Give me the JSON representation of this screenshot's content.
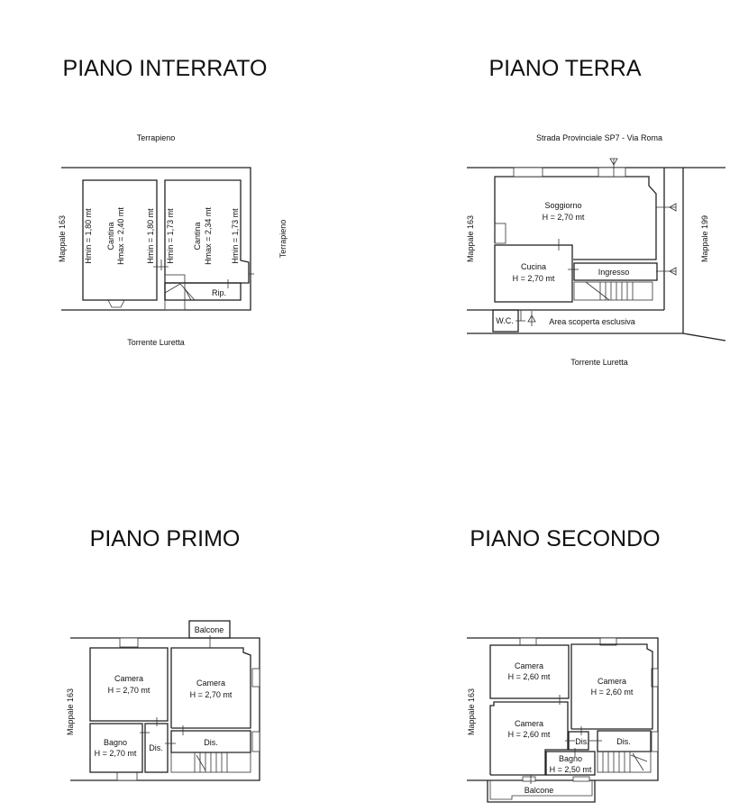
{
  "plans": {
    "interrato": {
      "title": "PIANO INTERRATO",
      "north": "Terrapieno",
      "east": "Terrapieno",
      "west": "Mappale 163",
      "south": "Torrente Luretta",
      "room1": {
        "name": "Cantina",
        "hmin_a": "Hmin = 1,80 mt",
        "hmax": "Hmax = 2,40 mt",
        "hmin_b": "Hmin = 1,80 mt"
      },
      "room2": {
        "name": "Cantina",
        "hmin_a": "Hmin = 1,73 mt",
        "hmax": "Hmax = 2,34 mt",
        "hmin_b": "Hmin = 1,73 mt"
      },
      "storage": "Rip."
    },
    "terra": {
      "title": "PIANO TERRA",
      "north": "Strada Provinciale SP7 - Via Roma",
      "west": "Mappale 163",
      "east": "Mappale 199",
      "south": "Torrente Luretta",
      "soggiorno": {
        "name": "Soggiorno",
        "h": "H = 2,70 mt"
      },
      "cucina": {
        "name": "Cucina",
        "h": "H = 2,70 mt"
      },
      "ingresso": "Ingresso",
      "wc": "W.C.",
      "area": "Area scoperta esclusiva"
    },
    "primo": {
      "title": "PIANO PRIMO",
      "west": "Mappale 163",
      "balcone": "Balcone",
      "camera1": {
        "name": "Camera",
        "h": "H = 2,70 mt"
      },
      "camera2": {
        "name": "Camera",
        "h": "H = 2,70 mt"
      },
      "bagno": {
        "name": "Bagno",
        "h": "H = 2,70 mt"
      },
      "dis1": "Dis.",
      "dis2": "Dis."
    },
    "secondo": {
      "title": "PIANO SECONDO",
      "west": "Mappale 163",
      "camera1": {
        "name": "Camera",
        "h": "H = 2,60 mt"
      },
      "camera2": {
        "name": "Camera",
        "h": "H = 2,60 mt"
      },
      "camera3": {
        "name": "Camera",
        "h": "H = 2,60 mt"
      },
      "bagno": {
        "name": "Bagno",
        "h": "H = 2,50 mt"
      },
      "dis1": "Dis.",
      "dis2": "Dis.",
      "balcone": "Balcone"
    }
  }
}
